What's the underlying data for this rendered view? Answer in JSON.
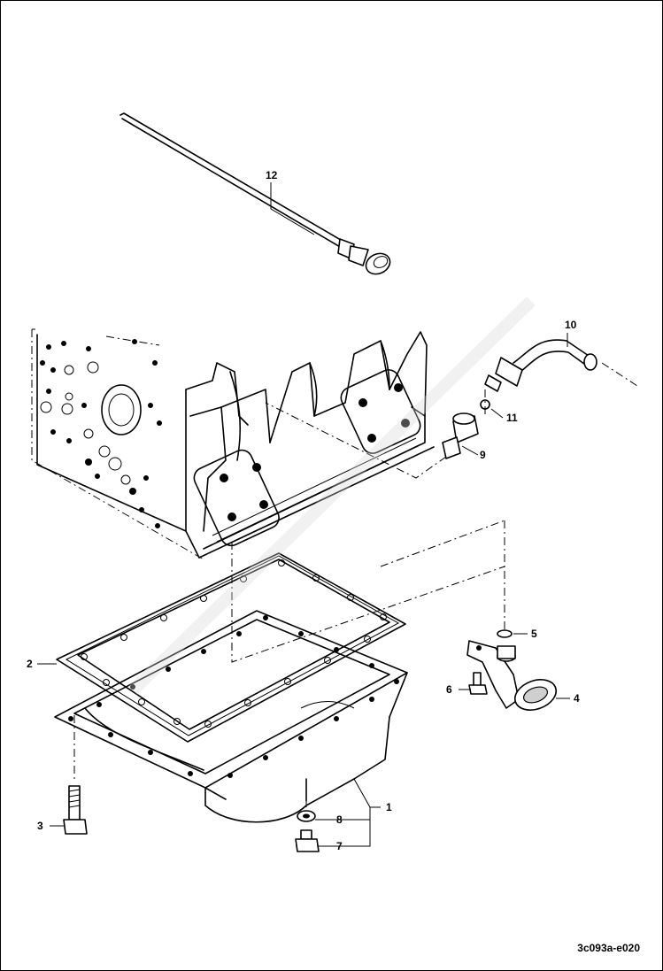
{
  "figure_id": "3c093a-e020",
  "callouts": [
    {
      "number": "1",
      "part": "oil-pan"
    },
    {
      "number": "2",
      "part": "oil-pan-gasket"
    },
    {
      "number": "3",
      "part": "oil-pan-bolt"
    },
    {
      "number": "4",
      "part": "oil-strainer"
    },
    {
      "number": "5",
      "part": "o-ring"
    },
    {
      "number": "6",
      "part": "strainer-bolt"
    },
    {
      "number": "7",
      "part": "drain-plug"
    },
    {
      "number": "8",
      "part": "drain-plug-washer"
    },
    {
      "number": "9",
      "part": "dipstick-guide-fitting"
    },
    {
      "number": "10",
      "part": "dipstick-tube"
    },
    {
      "number": "11",
      "part": "dipstick-tube-o-ring"
    },
    {
      "number": "12",
      "part": "dipstick"
    }
  ],
  "colors": {
    "line": "#000000",
    "background": "#ffffff",
    "shade": "#cfcfcf"
  }
}
